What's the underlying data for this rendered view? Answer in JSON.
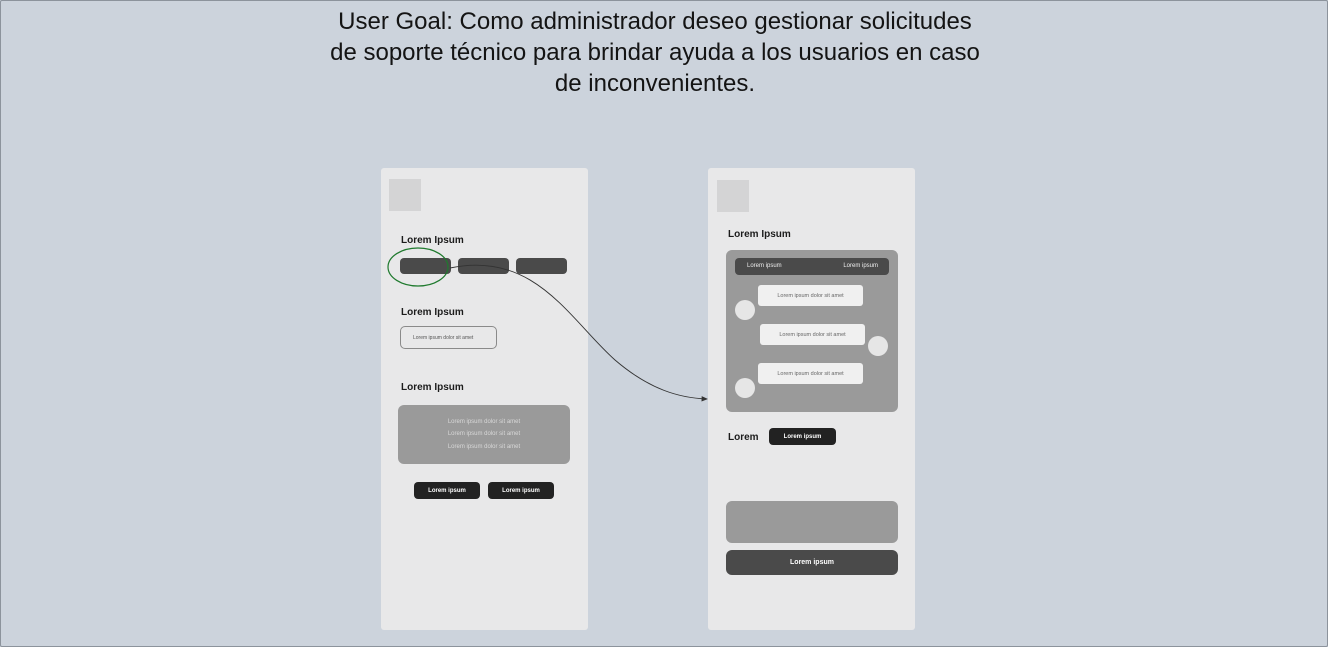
{
  "user_goal": "User Goal: Como administrador deseo gestionar solicitudes de soporte técnico para brindar ayuda a los usuarios en caso de inconvenientes.",
  "left_screen": {
    "section1_heading": "Lorem Ipsum",
    "section2_heading": "Lorem Ipsum",
    "field_text": "Lorem ipsum dolor sit amet",
    "section3_heading": "Lorem Ipsum",
    "text_lines": [
      "Lorem ipsum dolor sit amet",
      "Lorem ipsum dolor sit amet",
      "Lorem ipsum dolor sit amet"
    ],
    "buttons": [
      "Lorem ipsum",
      "Lorem ipsum"
    ]
  },
  "right_screen": {
    "heading": "Lorem Ipsum",
    "chat_header_left": "Lorem ipsum",
    "chat_header_right": "Lorem ipsum",
    "messages": [
      "Lorem ipsum dolor sit amet",
      "Lorem ipsum dolor sit amet",
      "Lorem ipsum dolor sit amet"
    ],
    "row_label": "Lorem",
    "row_button": "Lorem ipsum",
    "main_button": "Lorem ipsum"
  },
  "colors": {
    "background": "#ccd3dc",
    "screen": "#e8e8e9",
    "highlight": "#1f7a2e",
    "connector": "#333333"
  }
}
